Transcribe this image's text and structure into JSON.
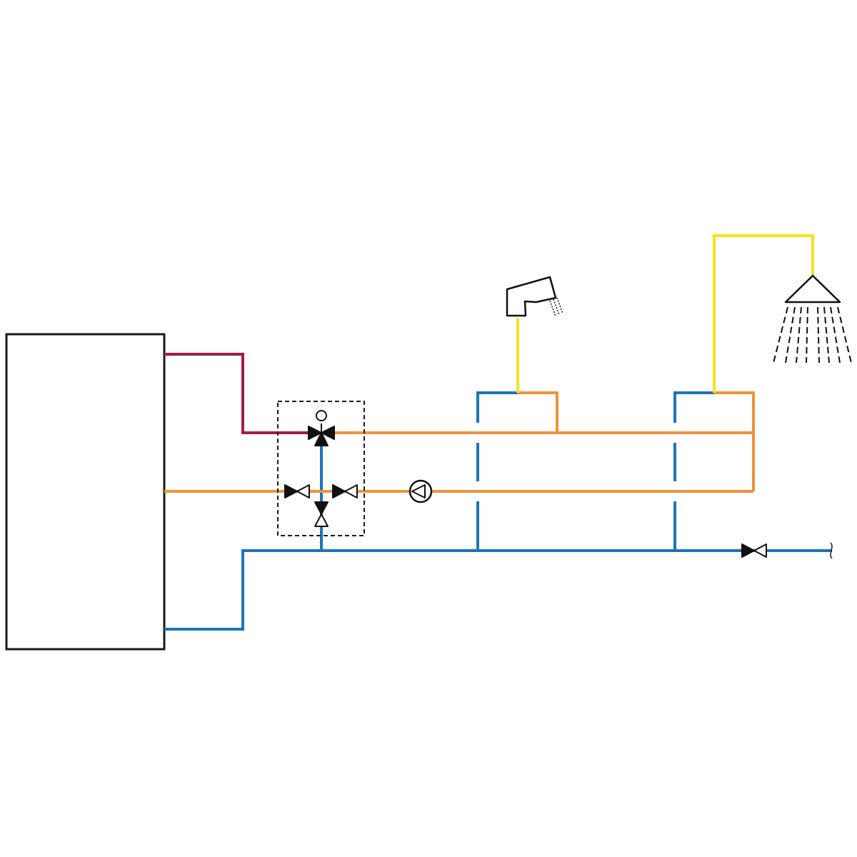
{
  "diagram": {
    "colors": {
      "supply_hot": "#a3194a",
      "hot_water": "#f0923a",
      "cold_water": "#1b75bb",
      "outlet": "#f5e41e",
      "symbol": "#111111",
      "background": "#ffffff"
    },
    "components": [
      {
        "name": "storage-tank",
        "icon": "rectangle"
      },
      {
        "name": "mixing-module",
        "icon": "dashed-box"
      },
      {
        "name": "thermostatic-mixing-valve",
        "icon": "three-way-valve-with-actuator"
      },
      {
        "name": "check-valve-left",
        "icon": "bowtie-valve"
      },
      {
        "name": "check-valve-right",
        "icon": "bowtie-valve"
      },
      {
        "name": "check-valve-vertical",
        "icon": "bowtie-valve"
      },
      {
        "name": "circulation-pump",
        "icon": "pump-circle"
      },
      {
        "name": "shutoff-valve",
        "icon": "bowtie-valve"
      },
      {
        "name": "sink-tap",
        "icon": "faucet"
      },
      {
        "name": "shower-head",
        "icon": "shower"
      }
    ]
  }
}
